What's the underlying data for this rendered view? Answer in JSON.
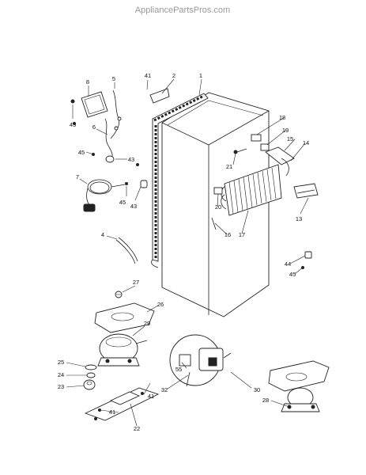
{
  "watermark": "AppliancePartsPros.com",
  "callouts": [
    "1",
    "2",
    "41",
    "5",
    "8",
    "45",
    "6",
    "45",
    "43",
    "7",
    "45",
    "43",
    "4",
    "27",
    "26",
    "29",
    "25",
    "24",
    "23",
    "41",
    "22",
    "55",
    "32",
    "41",
    "30",
    "18",
    "19",
    "15",
    "14",
    "21",
    "20",
    "16",
    "17",
    "13",
    "44",
    "45",
    "28"
  ]
}
